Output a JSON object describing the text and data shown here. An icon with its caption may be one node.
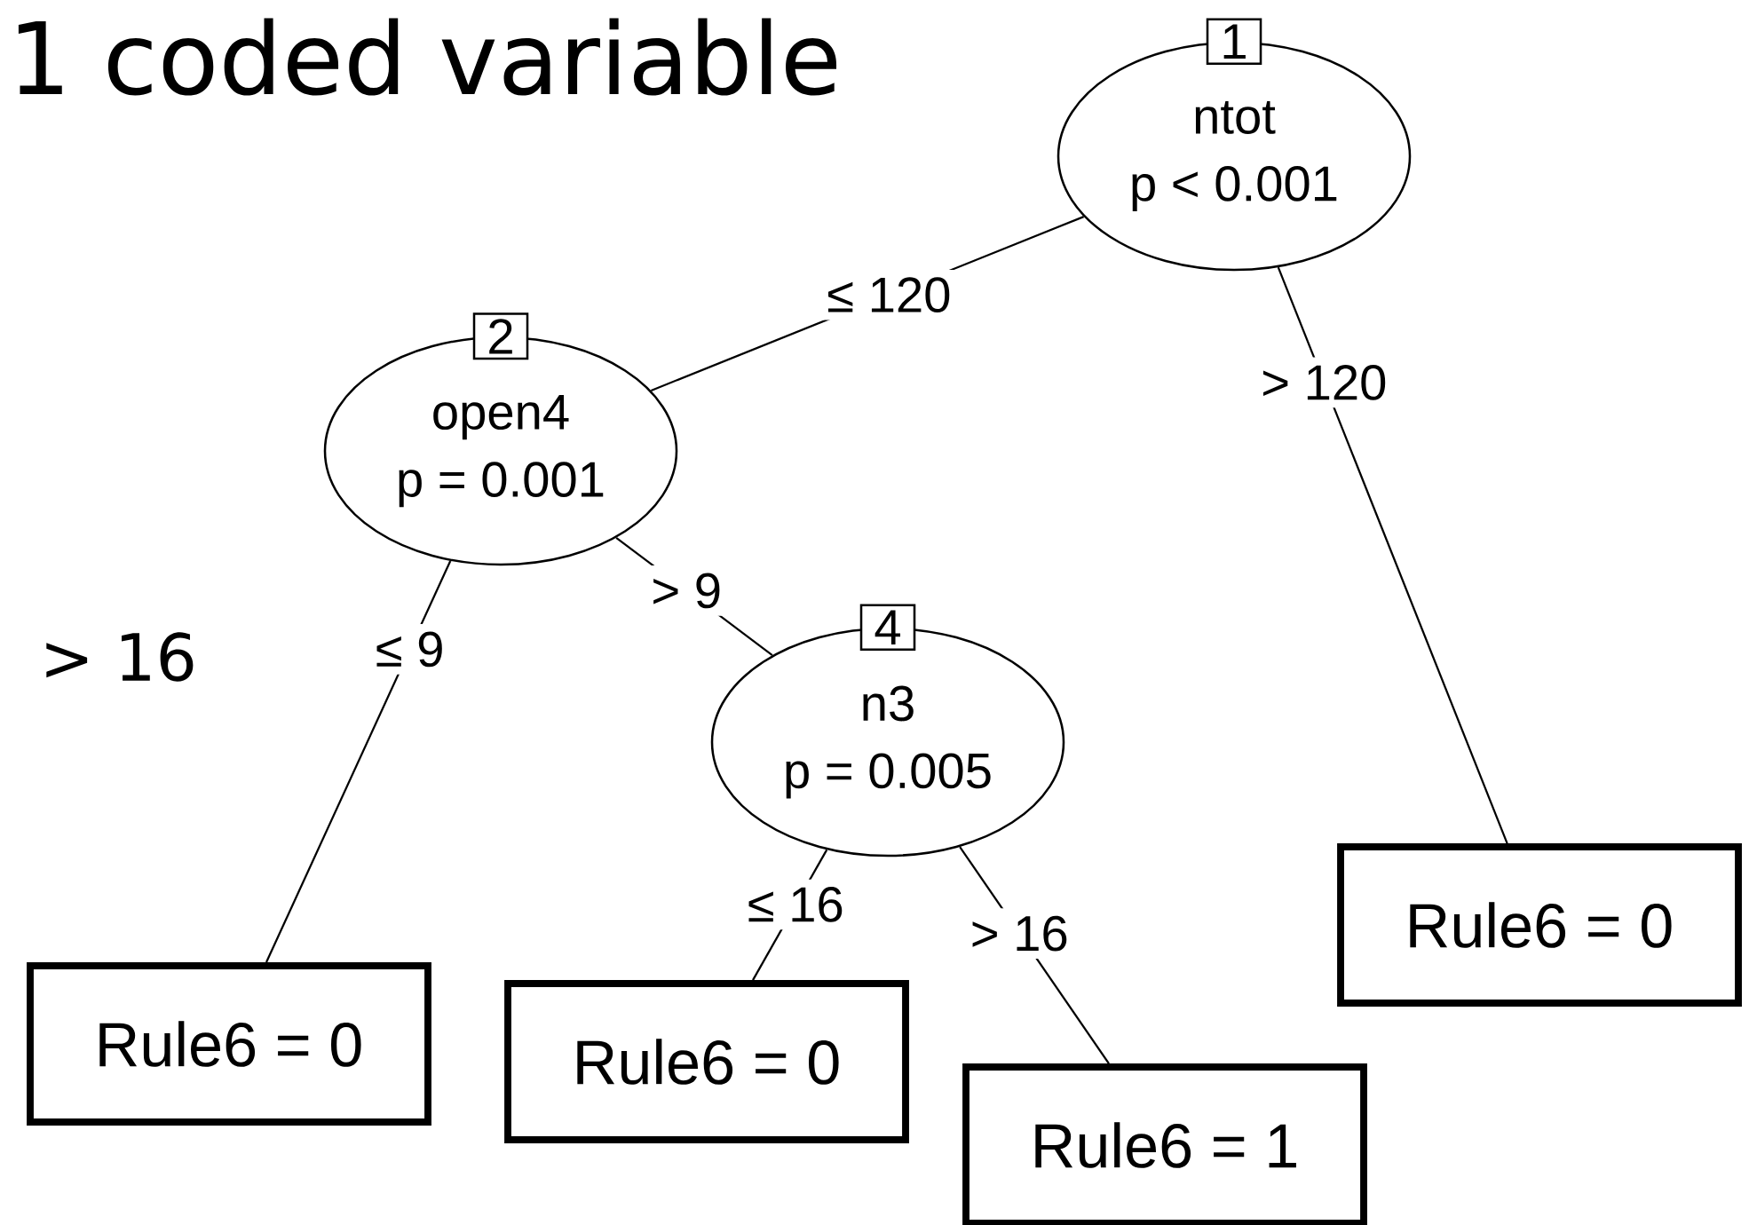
{
  "diagram": {
    "title": "1 coded variable",
    "nodes": [
      {
        "text": [
          "1",
          "ntot",
          "p < 0.001"
        ]
      },
      {
        "text": [
          "2",
          "open4",
          "p = 0.001"
        ]
      },
      {
        "text": [
          "4",
          "n3",
          "p = 0.005"
        ]
      },
      {
        "text": [
          "Rule6 = 0"
        ]
      },
      {
        "text": [
          "Rule6 = 0"
        ]
      },
      {
        "text": [
          "Rule6 = 1"
        ]
      },
      {
        "text": [
          "Rule6 = 0"
        ]
      }
    ],
    "edges": [
      {
        "from": 0,
        "to": 1,
        "arrow": "none",
        "label": "≤ 120"
      },
      {
        "from": 0,
        "to": 6,
        "arrow": "none",
        "label": "> 120"
      },
      {
        "from": 1,
        "to": 3,
        "arrow": "none",
        "label": "≤ 9"
      },
      {
        "from": 1,
        "to": 2,
        "arrow": "none",
        "label": "> 9"
      },
      {
        "from": 2,
        "to": 4,
        "arrow": "none",
        "label": "≤ 16"
      },
      {
        "from": 2,
        "to": 5,
        "arrow": "none",
        "label": "> 16"
      }
    ],
    "labels": [
      "> 16"
    ]
  }
}
